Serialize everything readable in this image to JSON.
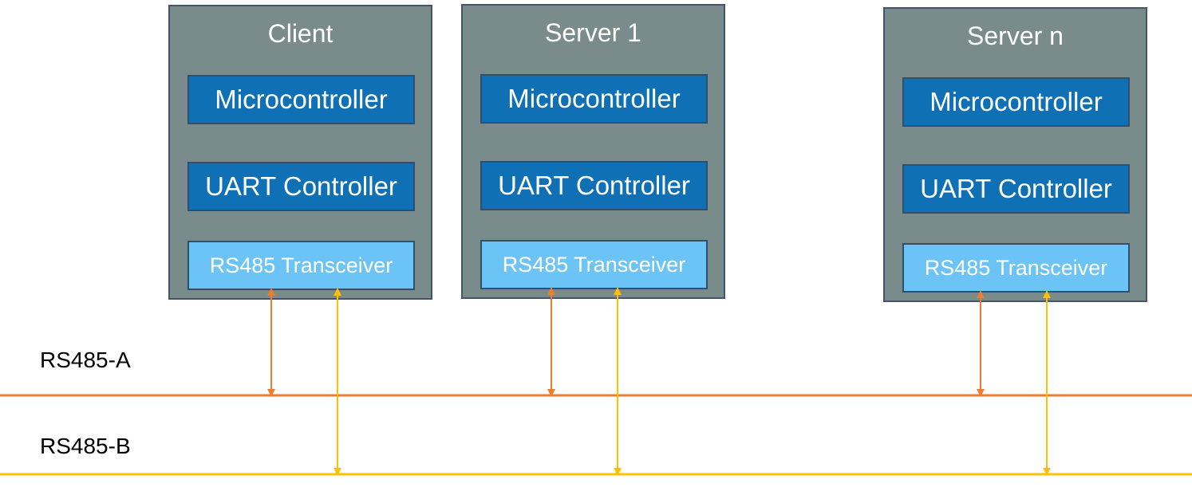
{
  "nodes": [
    {
      "title": "Client",
      "blocks": [
        "Microcontroller",
        "UART Controller",
        "RS485 Transceiver"
      ]
    },
    {
      "title": "Server 1",
      "blocks": [
        "Microcontroller",
        "UART Controller",
        "RS485 Transceiver"
      ]
    },
    {
      "title": "Server n",
      "blocks": [
        "Microcontroller",
        "UART Controller",
        "RS485 Transceiver"
      ]
    }
  ],
  "buses": [
    {
      "label": "RS485-A",
      "color": "#ed7d31"
    },
    {
      "label": "RS485-B",
      "color": "#ffc000"
    }
  ],
  "colors": {
    "node_fill": "#7a8b8b",
    "node_border": "#44546a",
    "microcontroller_fill": "#1070b6",
    "transceiver_fill": "#6cc4f6"
  }
}
